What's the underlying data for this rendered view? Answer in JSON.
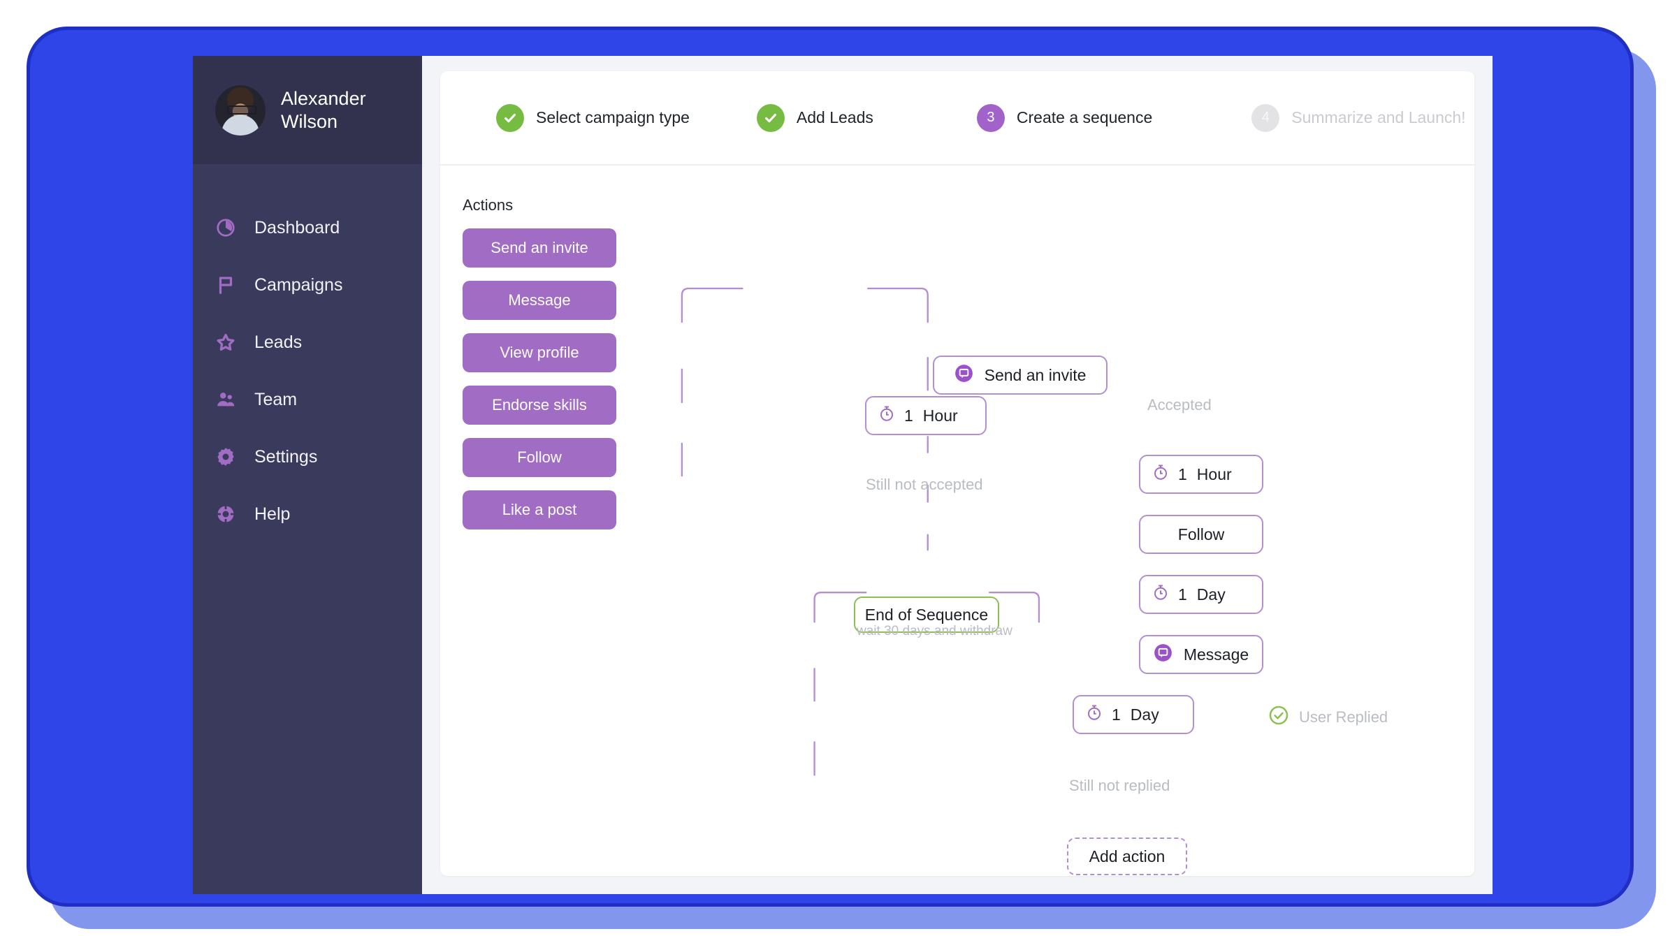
{
  "theme": {
    "frame_blue": "#2f45e8",
    "frame_border": "#1f2fc4",
    "frame_shadow": "#8396ee",
    "sidebar_bg": "#3a3a5c",
    "profile_bg": "#32324f",
    "accent_purple": "#a06cc4",
    "node_border": "#b28fd0",
    "green": "#76bc43",
    "muted": "#b9bcc2"
  },
  "sidebar": {
    "profile": {
      "name": "Alexander Wilson",
      "avatar_icon": "user-avatar-photo"
    },
    "items": [
      {
        "label": "Dashboard",
        "icon": "dashboard-pie-icon"
      },
      {
        "label": "Campaigns",
        "icon": "flag-icon"
      },
      {
        "label": "Leads",
        "icon": "star-icon"
      },
      {
        "label": "Team",
        "icon": "people-icon"
      },
      {
        "label": "Settings",
        "icon": "gear-icon"
      },
      {
        "label": "Help",
        "icon": "lifebuoy-icon"
      }
    ]
  },
  "stepper": {
    "steps": [
      {
        "label": "Select campaign type",
        "state": "done",
        "badge": "check-icon"
      },
      {
        "label": "Add Leads",
        "state": "done",
        "badge": "check-icon"
      },
      {
        "label": "Create a sequence",
        "state": "current",
        "badge": "3"
      },
      {
        "label": "Summarize and Launch!",
        "state": "todo",
        "badge": "4"
      }
    ]
  },
  "actions": {
    "title": "Actions",
    "buttons": [
      {
        "label": "Send an invite"
      },
      {
        "label": "Message"
      },
      {
        "label": "View profile"
      },
      {
        "label": "Endorse skills"
      },
      {
        "label": "Follow"
      },
      {
        "label": "Like a post"
      }
    ]
  },
  "sequence": {
    "nodes": {
      "send_invite": {
        "label": "Send an invite",
        "icon": "message-bubble-icon"
      },
      "wait_1_hour_a": {
        "amount": "1",
        "unit": "Hour",
        "icon": "stopwatch-icon"
      },
      "end_of_sequence": {
        "label": "End of Sequence",
        "sub": "wait 30 days and withdraw"
      },
      "wait_1_hour_b": {
        "amount": "1",
        "unit": "Hour",
        "icon": "stopwatch-icon"
      },
      "follow": {
        "label": "Follow"
      },
      "wait_1_day_a": {
        "amount": "1",
        "unit": "Day",
        "icon": "stopwatch-icon"
      },
      "message": {
        "label": "Message",
        "icon": "message-bubble-icon"
      },
      "wait_1_day_b": {
        "amount": "1",
        "unit": "Day",
        "icon": "stopwatch-icon"
      },
      "add_action": {
        "label": "Add action"
      }
    },
    "captions": {
      "accepted": "Accepted",
      "still_not_accepted": "Still not accepted",
      "user_replied": "User Replied",
      "still_not_replied": "Still not replied"
    }
  }
}
